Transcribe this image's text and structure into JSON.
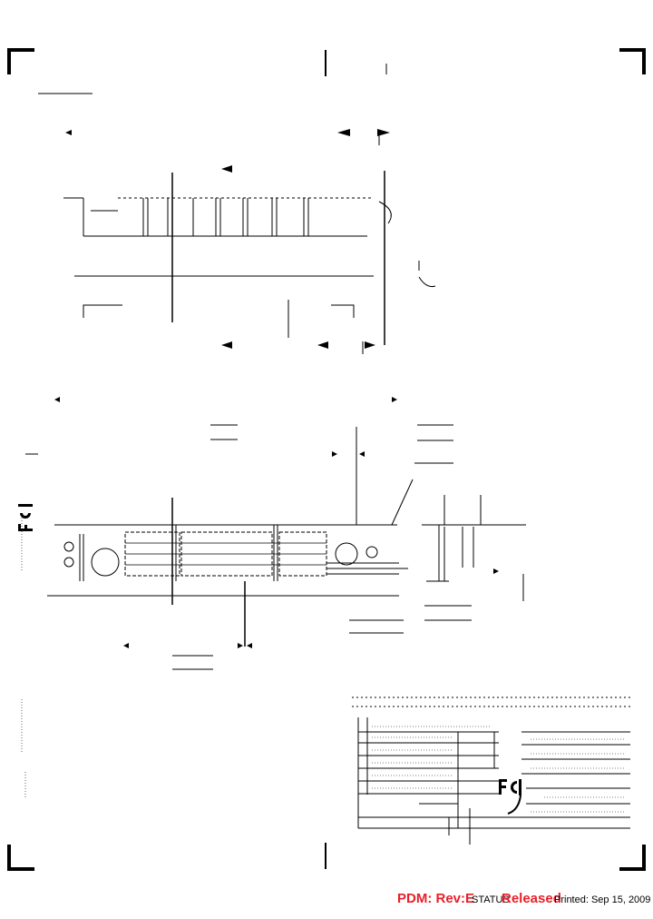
{
  "document": {
    "type": "engineering-drawing",
    "brand": "FCI",
    "colors": {
      "ink": "#000000",
      "stamp_red": "#e8202a",
      "paper": "#ffffff"
    }
  },
  "footer": {
    "pdm_label": "PDM: Rev:E",
    "status_label": "STATUS",
    "status_value": "Released",
    "printed": "Printed: Sep 15, 2009"
  }
}
